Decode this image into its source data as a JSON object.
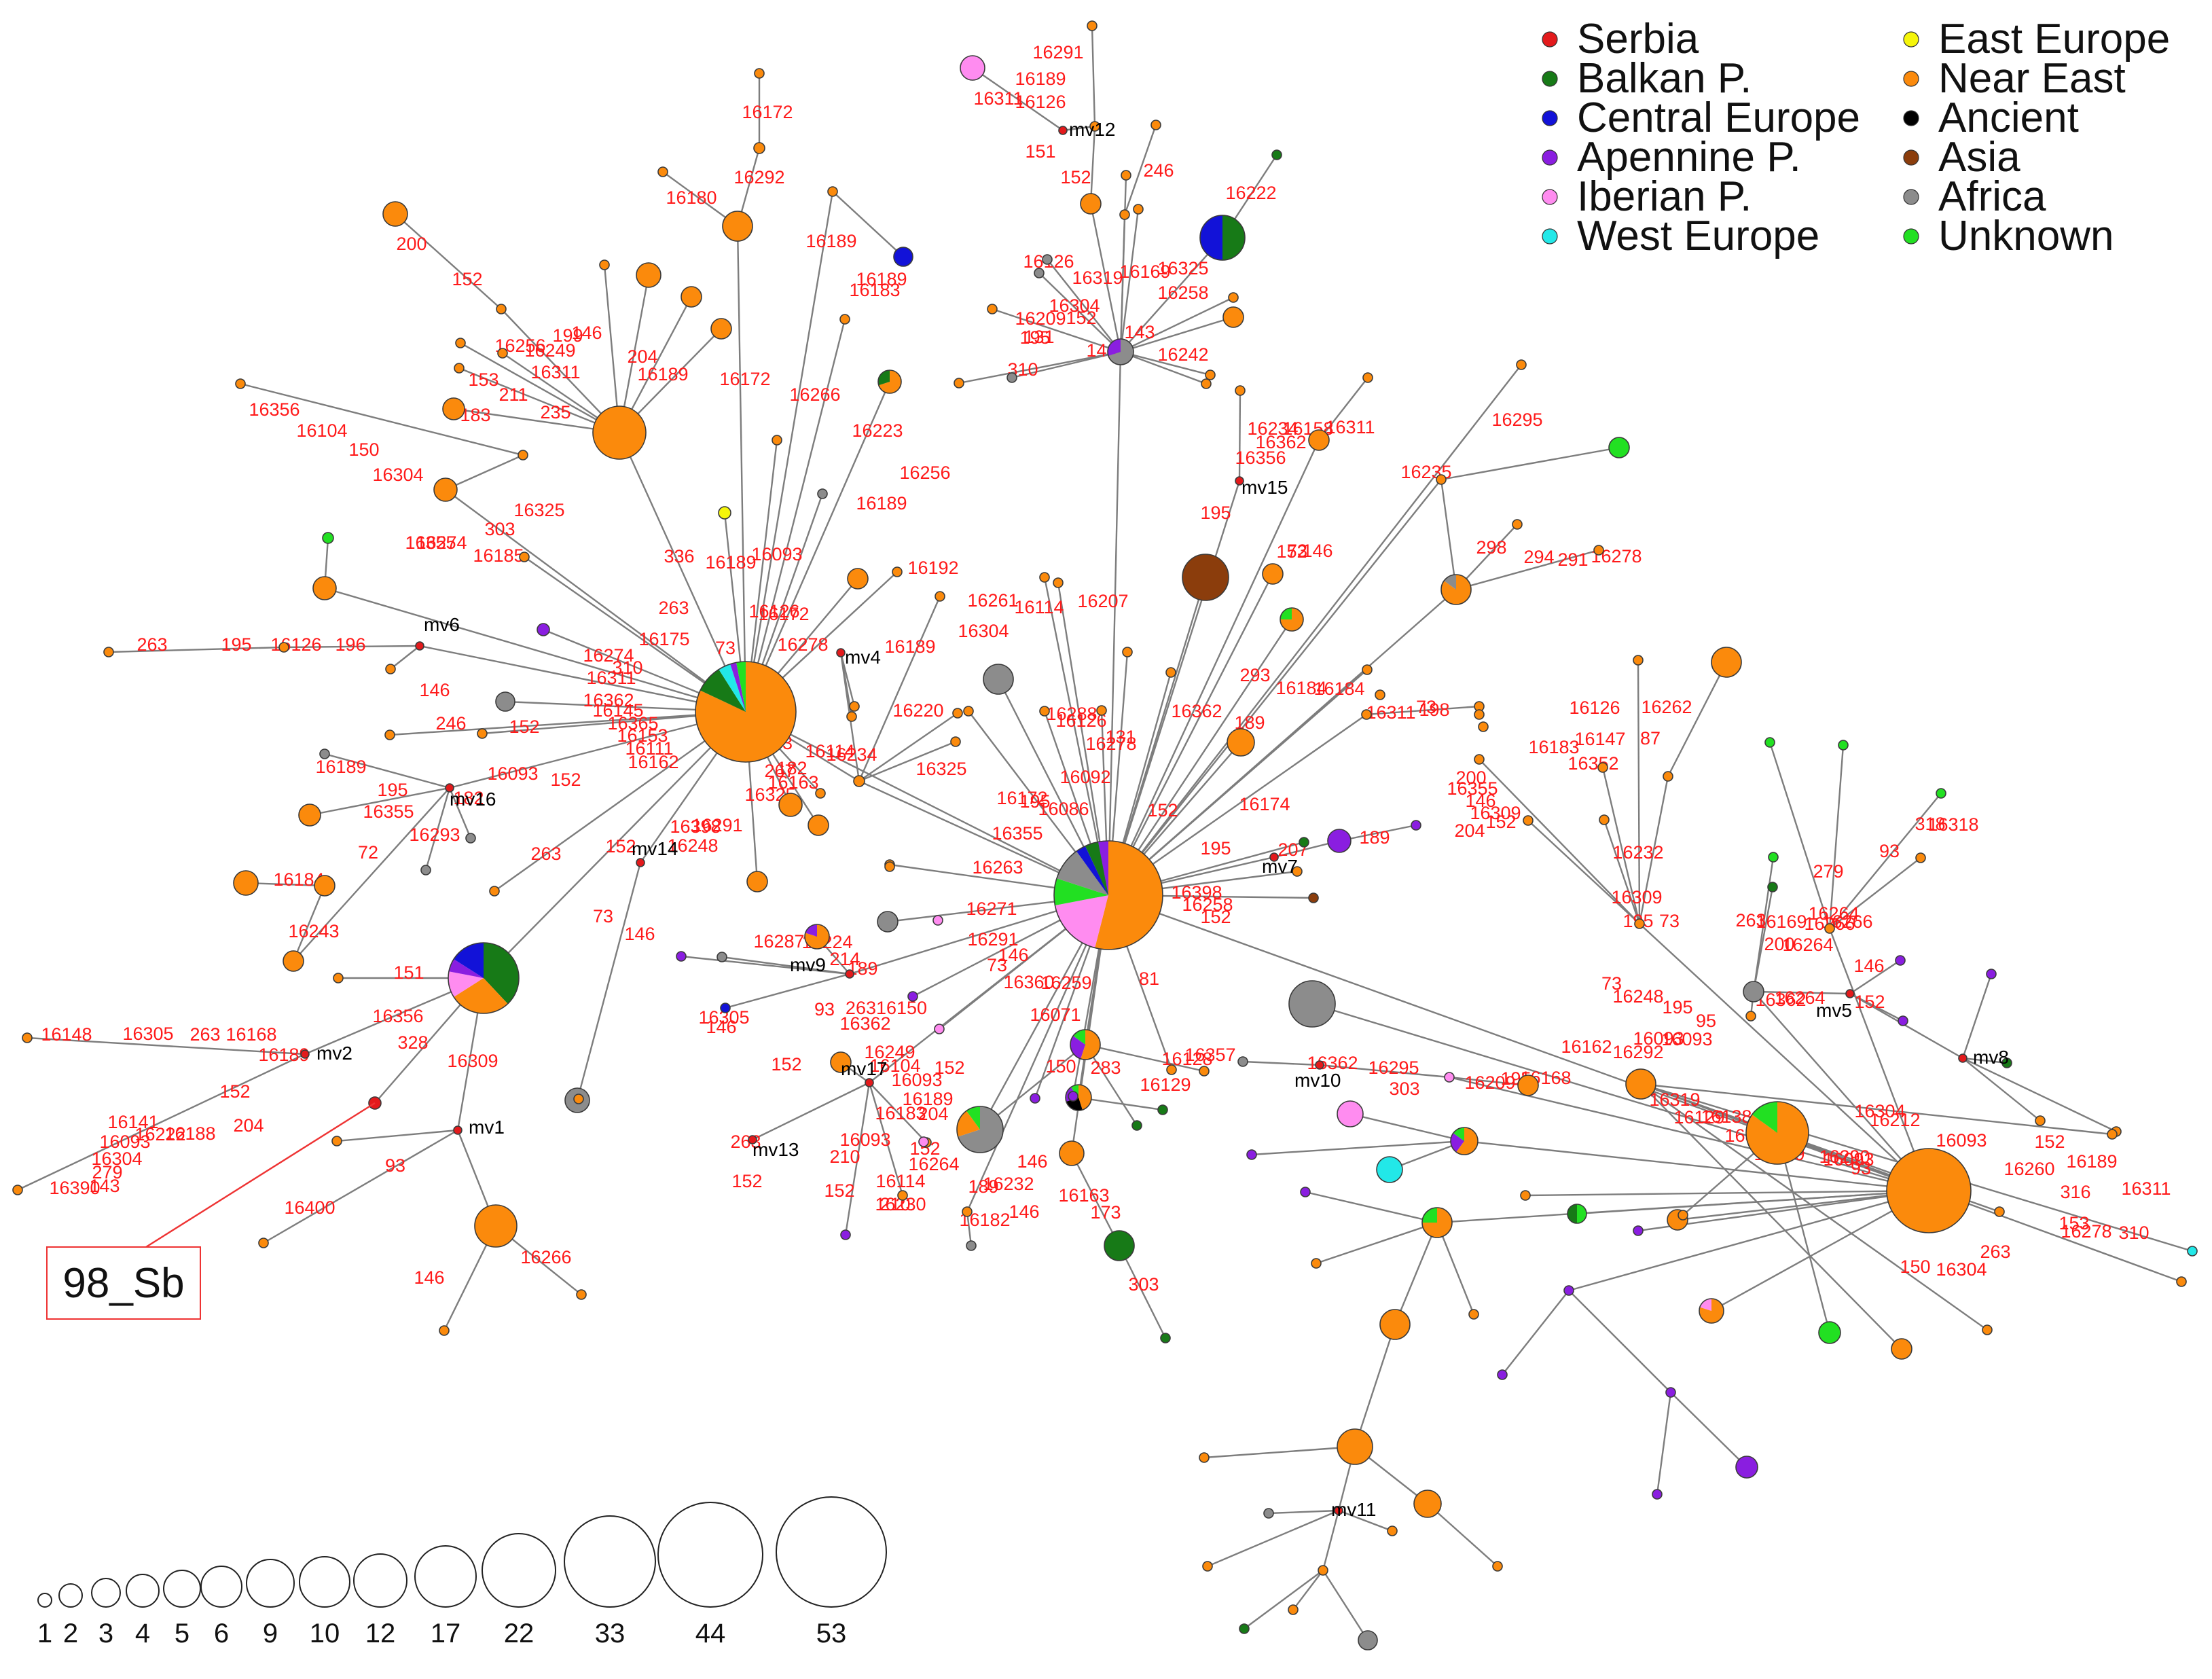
{
  "colors": {
    "Serbia": "#e31a1c",
    "Balkan P.": "#177a17",
    "Central Europe": "#1212d8",
    "Apennine P.": "#8a1ee0",
    "Iberian P.": "#ff8cf0",
    "West Europe": "#22e8e8",
    "East Europe": "#f5f50a",
    "Near East": "#fb8a0c",
    "Ancient": "#000000",
    "Asia": "#8b3d0c",
    "Africa": "#8c8c8c",
    "Unknown": "#22e022"
  },
  "legend": {
    "left": [
      "Serbia",
      "Balkan P.",
      "Central Europe",
      "Apennine P.",
      "Iberian P.",
      "West Europe"
    ],
    "right": [
      "East Europe",
      "Near East",
      "Ancient",
      "Asia",
      "Africa",
      "Unknown"
    ]
  },
  "scale": {
    "sizes": [
      "1",
      "2",
      "3",
      "4",
      "5",
      "6",
      "9",
      "10",
      "12",
      "17",
      "22",
      "33",
      "44",
      "53"
    ]
  },
  "callout": {
    "label": "98_Sb"
  },
  "median_vectors": [
    "mv1",
    "mv2",
    "mv4",
    "mv5",
    "mv6",
    "mv7",
    "mv8",
    "mv9",
    "mv10",
    "mv11",
    "mv12",
    "mv13",
    "mv14",
    "mv15",
    "mv16",
    "mv17"
  ],
  "mutations": [
    "16291",
    "16189",
    "16311",
    "16126",
    "151",
    "152",
    "246",
    "16222",
    "16172",
    "16292",
    "16180",
    "200",
    "16189",
    "16183",
    "16189",
    "152",
    "199",
    "146",
    "16256",
    "16249",
    "204",
    "16311",
    "153",
    "211",
    "16189",
    "183",
    "235",
    "16172",
    "16266",
    "16126",
    "16319",
    "16169",
    "16325",
    "16258",
    "16209",
    "16304",
    "152",
    "195",
    "131",
    "143",
    "146",
    "310",
    "16242",
    "16356",
    "16104",
    "150",
    "16304",
    "16223",
    "16256",
    "16189",
    "16234",
    "16158",
    "16311",
    "16362",
    "16356",
    "195",
    "16235",
    "16295",
    "298",
    "294",
    "291",
    "16278",
    "16325",
    "303",
    "16355",
    "16274",
    "16185",
    "336",
    "16189",
    "16093",
    "16192",
    "263",
    "16189",
    "16304",
    "16261",
    "16114",
    "16207",
    "146",
    "152",
    "73",
    "16172",
    "263",
    "195",
    "16126",
    "196",
    "16175",
    "16274",
    "310",
    "16311",
    "16362",
    "16145",
    "16365",
    "16153",
    "16111",
    "16162",
    "73",
    "16278",
    "16126",
    "16288",
    "131",
    "16278",
    "16126",
    "16362",
    "293",
    "16184",
    "16184",
    "189",
    "198",
    "16311",
    "73",
    "16126",
    "16262",
    "87",
    "146",
    "246",
    "152",
    "73",
    "16114",
    "16234",
    "16325",
    "16220",
    "267",
    "16163",
    "16325",
    "16092",
    "16172",
    "195",
    "16086",
    "152",
    "16174",
    "200",
    "16355",
    "146",
    "16309",
    "16147",
    "16183",
    "16352",
    "16189",
    "182",
    "16093",
    "195",
    "182",
    "152",
    "16355",
    "16293",
    "72",
    "263",
    "16291",
    "16398",
    "16248",
    "152",
    "16355",
    "195",
    "207",
    "189",
    "204",
    "152",
    "16232",
    "318",
    "16318",
    "93",
    "279",
    "16309",
    "16184",
    "16243",
    "151",
    "73",
    "146",
    "16263",
    "16271",
    "16398",
    "16258",
    "152",
    "195",
    "73",
    "263",
    "16169",
    "16266",
    "16264",
    "16266",
    "200",
    "16264",
    "146",
    "152",
    "16287",
    "16224",
    "16291",
    "146",
    "73",
    "16360",
    "16259",
    "214",
    "189",
    "81",
    "73",
    "16248",
    "195",
    "95",
    "16093",
    "16093",
    "16264",
    "16362",
    "16148",
    "16305",
    "263",
    "16168",
    "16189",
    "16356",
    "328",
    "16309",
    "16305",
    "146",
    "152",
    "93",
    "26316150",
    "16362",
    "16071",
    "150",
    "283",
    "16128",
    "16129",
    "16357",
    "16362",
    "16295",
    "16209",
    "195",
    "16168",
    "16162",
    "16292",
    "16319",
    "16129",
    "16138",
    "16311",
    "16209",
    "16290",
    "16093",
    "93",
    "16304",
    "16212",
    "16093",
    "152",
    "16189",
    "316",
    "16278",
    "153",
    "263",
    "150",
    "310",
    "16304",
    "16260",
    "16311",
    "152",
    "204",
    "16188",
    "16222",
    "16141",
    "16093",
    "16304",
    "279",
    "143",
    "16390",
    "16249",
    "16104",
    "152",
    "16093",
    "16189",
    "204",
    "16183",
    "16093",
    "210",
    "152",
    "16114",
    "152",
    "16230",
    "210",
    "263",
    "152",
    "16264",
    "189",
    "146",
    "16232",
    "16163",
    "173",
    "146",
    "16182",
    "303",
    "93",
    "16400",
    "146",
    "16266",
    "303"
  ]
}
